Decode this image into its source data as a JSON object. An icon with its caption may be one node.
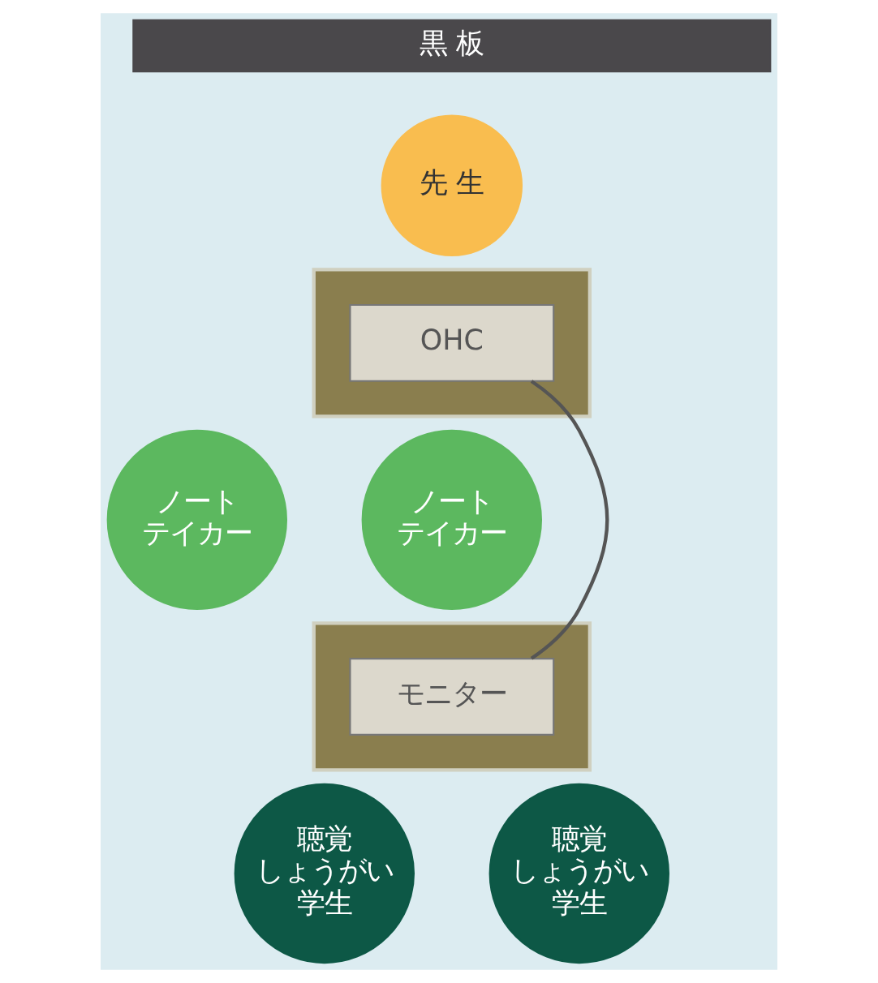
{
  "diagram": {
    "nodes": [
      {
        "text": [
          "黒 板"
        ]
      },
      {
        "text": [
          "先 生"
        ]
      },
      {
        "text": [],
        "shape": "bar"
      },
      {
        "text": [
          "OHC"
        ],
        "in": 2
      },
      {
        "text": [
          "ノートテイカー"
        ]
      },
      {
        "text": [
          "ノートテイカー"
        ]
      },
      {
        "text": [],
        "shape": "bar"
      },
      {
        "text": [
          "モニター"
        ],
        "in": 6
      },
      {
        "text": [
          "聴覚しょうがい学生"
        ]
      },
      {
        "text": [
          "聴覚しょうがい学生"
        ]
      }
    ],
    "edges": [
      {
        "from": 3,
        "to": 7,
        "arrow": "none"
      }
    ]
  }
}
